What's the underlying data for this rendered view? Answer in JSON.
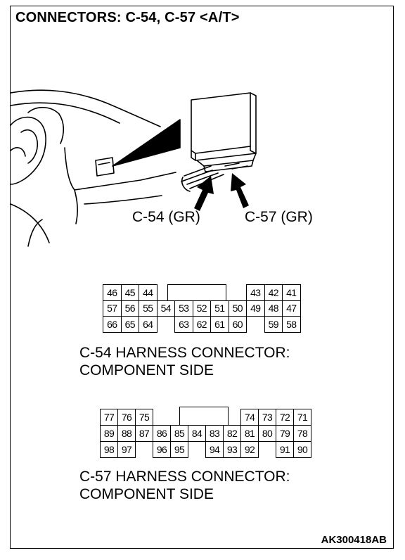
{
  "title": "CONNECTORS: C-54, C-57 <A/T>",
  "callouts": {
    "c54": "C-54 (GR)",
    "c57": "C-57 (GR)"
  },
  "connectors": {
    "c54": {
      "caption_line1": "C-54 HARNESS CONNECTOR:",
      "caption_line2": "COMPONENT SIDE",
      "row1_left": [
        "46",
        "45",
        "44"
      ],
      "row1_right": [
        "43",
        "42",
        "41"
      ],
      "row2": [
        "57",
        "56",
        "55",
        "54",
        "53",
        "52",
        "51",
        "50",
        "49",
        "48",
        "47"
      ],
      "row3_left": [
        "66",
        "65",
        "64"
      ],
      "row3_mid": [
        "63",
        "62",
        "61",
        "60"
      ],
      "row3_right": [
        "59",
        "58"
      ]
    },
    "c57": {
      "caption_line1": "C-57 HARNESS CONNECTOR:",
      "caption_line2": "COMPONENT SIDE",
      "row1_left": [
        "77",
        "76",
        "75"
      ],
      "row1_right": [
        "74",
        "73",
        "72",
        "71"
      ],
      "row2": [
        "89",
        "88",
        "87",
        "86",
        "85",
        "84",
        "83",
        "82",
        "81",
        "80",
        "79",
        "78"
      ],
      "row3_left": [
        "98",
        "97"
      ],
      "row3_mid1": [
        "96",
        "95"
      ],
      "row3_mid2": [
        "94",
        "93",
        "92"
      ],
      "row3_right": [
        "91",
        "90"
      ]
    }
  },
  "reference_code": "AK300418AB"
}
